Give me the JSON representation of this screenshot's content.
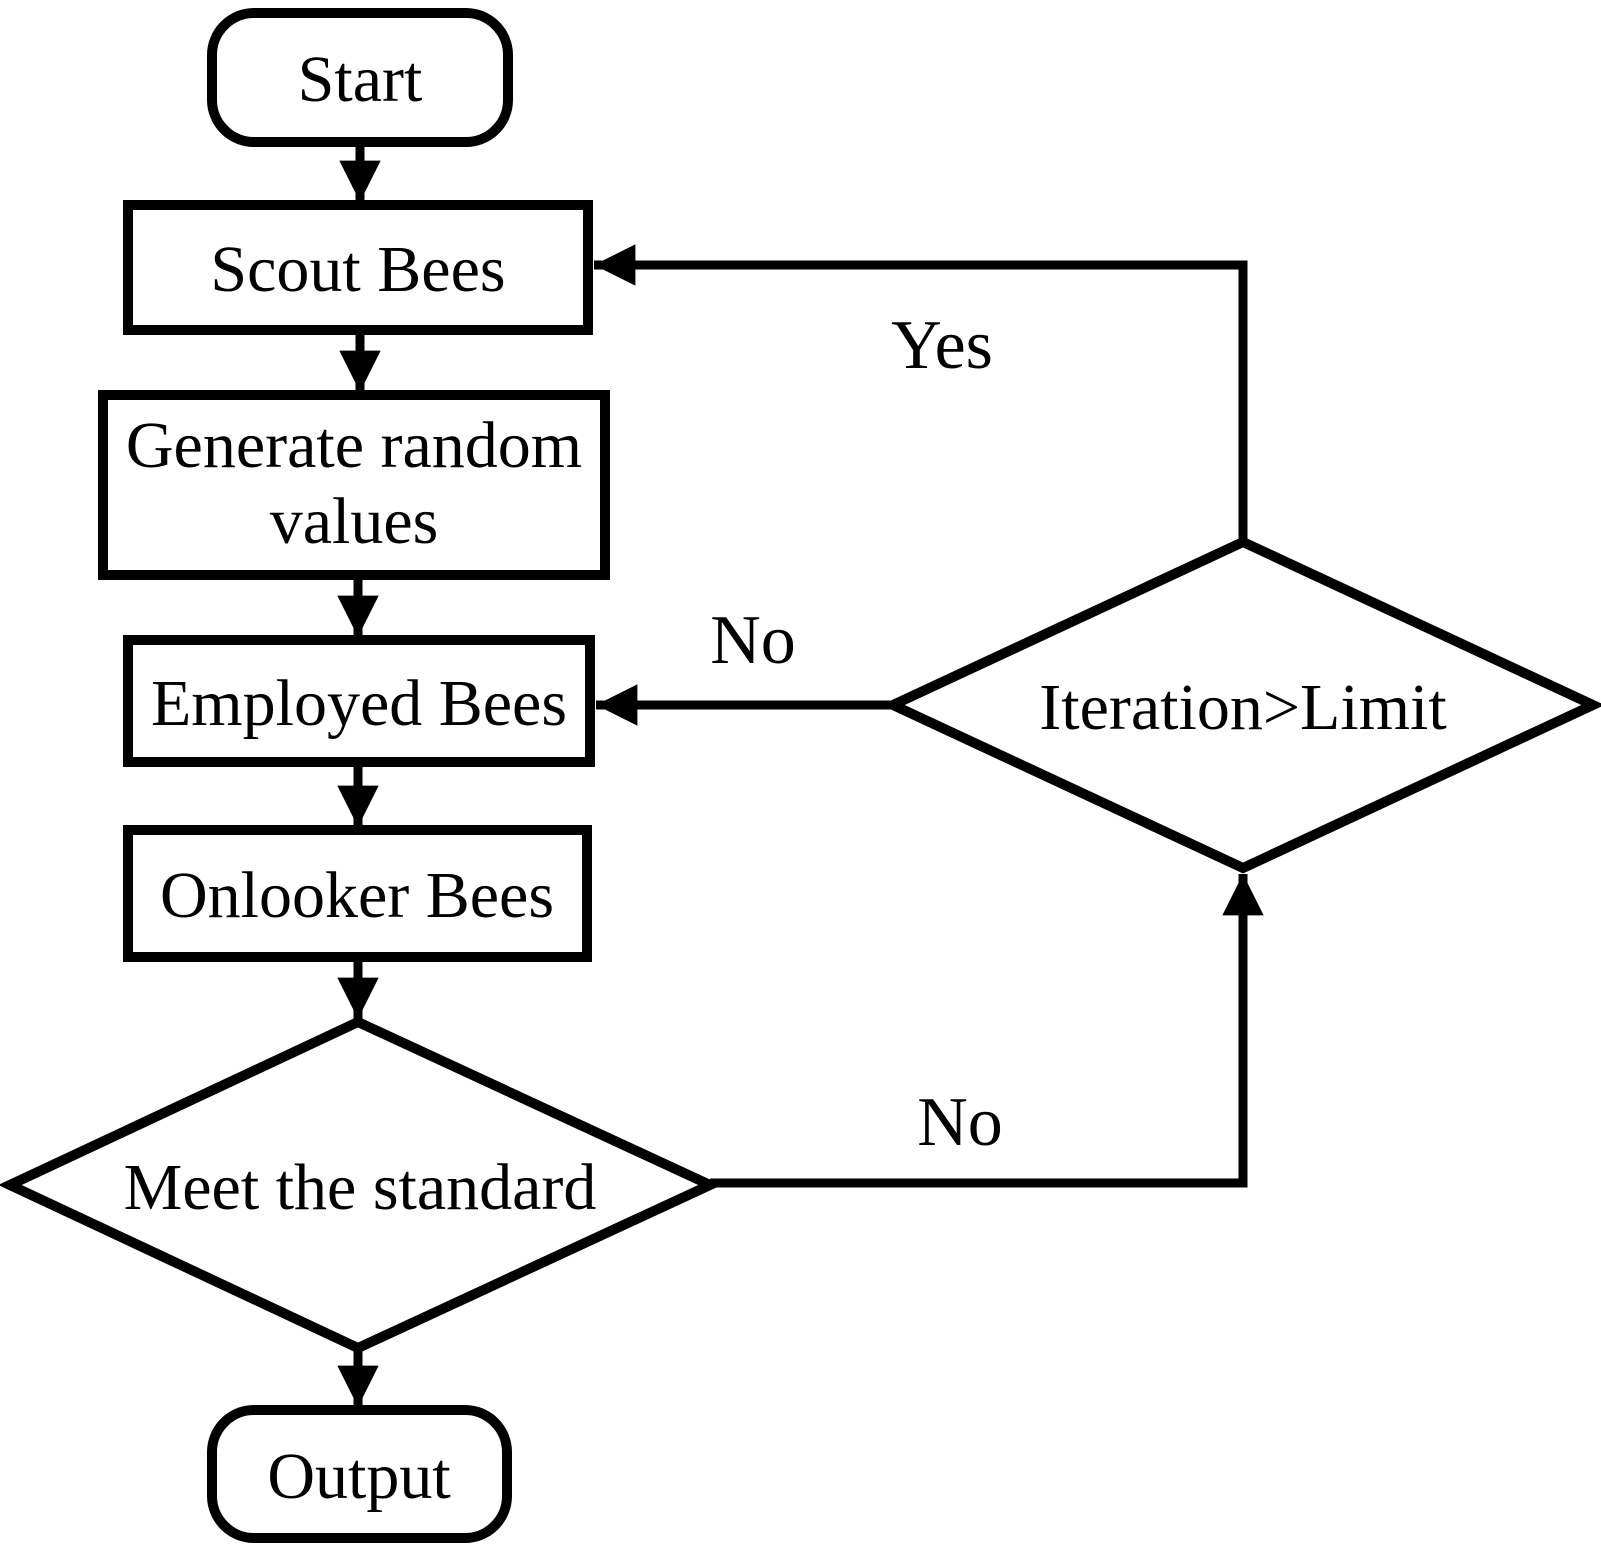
{
  "diagram": {
    "type": "flowchart",
    "colors": {
      "stroke": "#000000",
      "fill": "#ffffff",
      "text": "#000000"
    },
    "nodes": {
      "start": {
        "label": "Start",
        "shape": "terminator"
      },
      "scout": {
        "label": "Scout Bees",
        "shape": "process"
      },
      "generate": {
        "label": "Generate random values",
        "lines": [
          "Generate random",
          "values"
        ],
        "shape": "process"
      },
      "employed": {
        "label": "Employed Bees",
        "shape": "process"
      },
      "onlooker": {
        "label": "Onlooker Bees",
        "shape": "process"
      },
      "meet": {
        "label": "Meet the standard",
        "shape": "decision"
      },
      "iteration": {
        "label": "Iteration>Limit",
        "shape": "decision"
      },
      "output": {
        "label": "Output",
        "shape": "terminator"
      }
    },
    "edges": [
      {
        "from": "start",
        "to": "scout",
        "label": ""
      },
      {
        "from": "scout",
        "to": "generate",
        "label": ""
      },
      {
        "from": "generate",
        "to": "employed",
        "label": ""
      },
      {
        "from": "employed",
        "to": "onlooker",
        "label": ""
      },
      {
        "from": "onlooker",
        "to": "meet",
        "label": ""
      },
      {
        "from": "meet",
        "to": "output",
        "label": ""
      },
      {
        "from": "iteration",
        "to": "scout",
        "label": "Yes"
      },
      {
        "from": "iteration",
        "to": "employed",
        "label": "No"
      },
      {
        "from": "meet",
        "to": "iteration",
        "label": "No"
      }
    ]
  }
}
